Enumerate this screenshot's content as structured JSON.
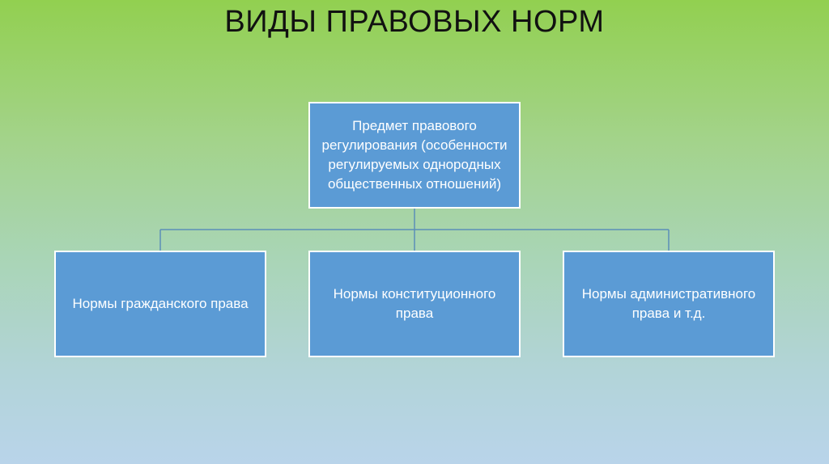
{
  "slide": {
    "title": "ВИДЫ ПРАВОВЫХ НОРМ"
  },
  "diagram": {
    "root": {
      "label": "Предмет правового регулирования (особенности регулируемых однородных общественных отношений)"
    },
    "children": [
      {
        "label": "Нормы гражданского права"
      },
      {
        "label": "Нормы конституционного права"
      },
      {
        "label": "Нормы административного права и т.д."
      }
    ],
    "colors": {
      "box_fill": "#5b9bd5",
      "box_border": "#ffffff",
      "connector": "#5b8fb8",
      "background_top": "#92d050",
      "background_bottom": "#b9d4ea"
    }
  }
}
